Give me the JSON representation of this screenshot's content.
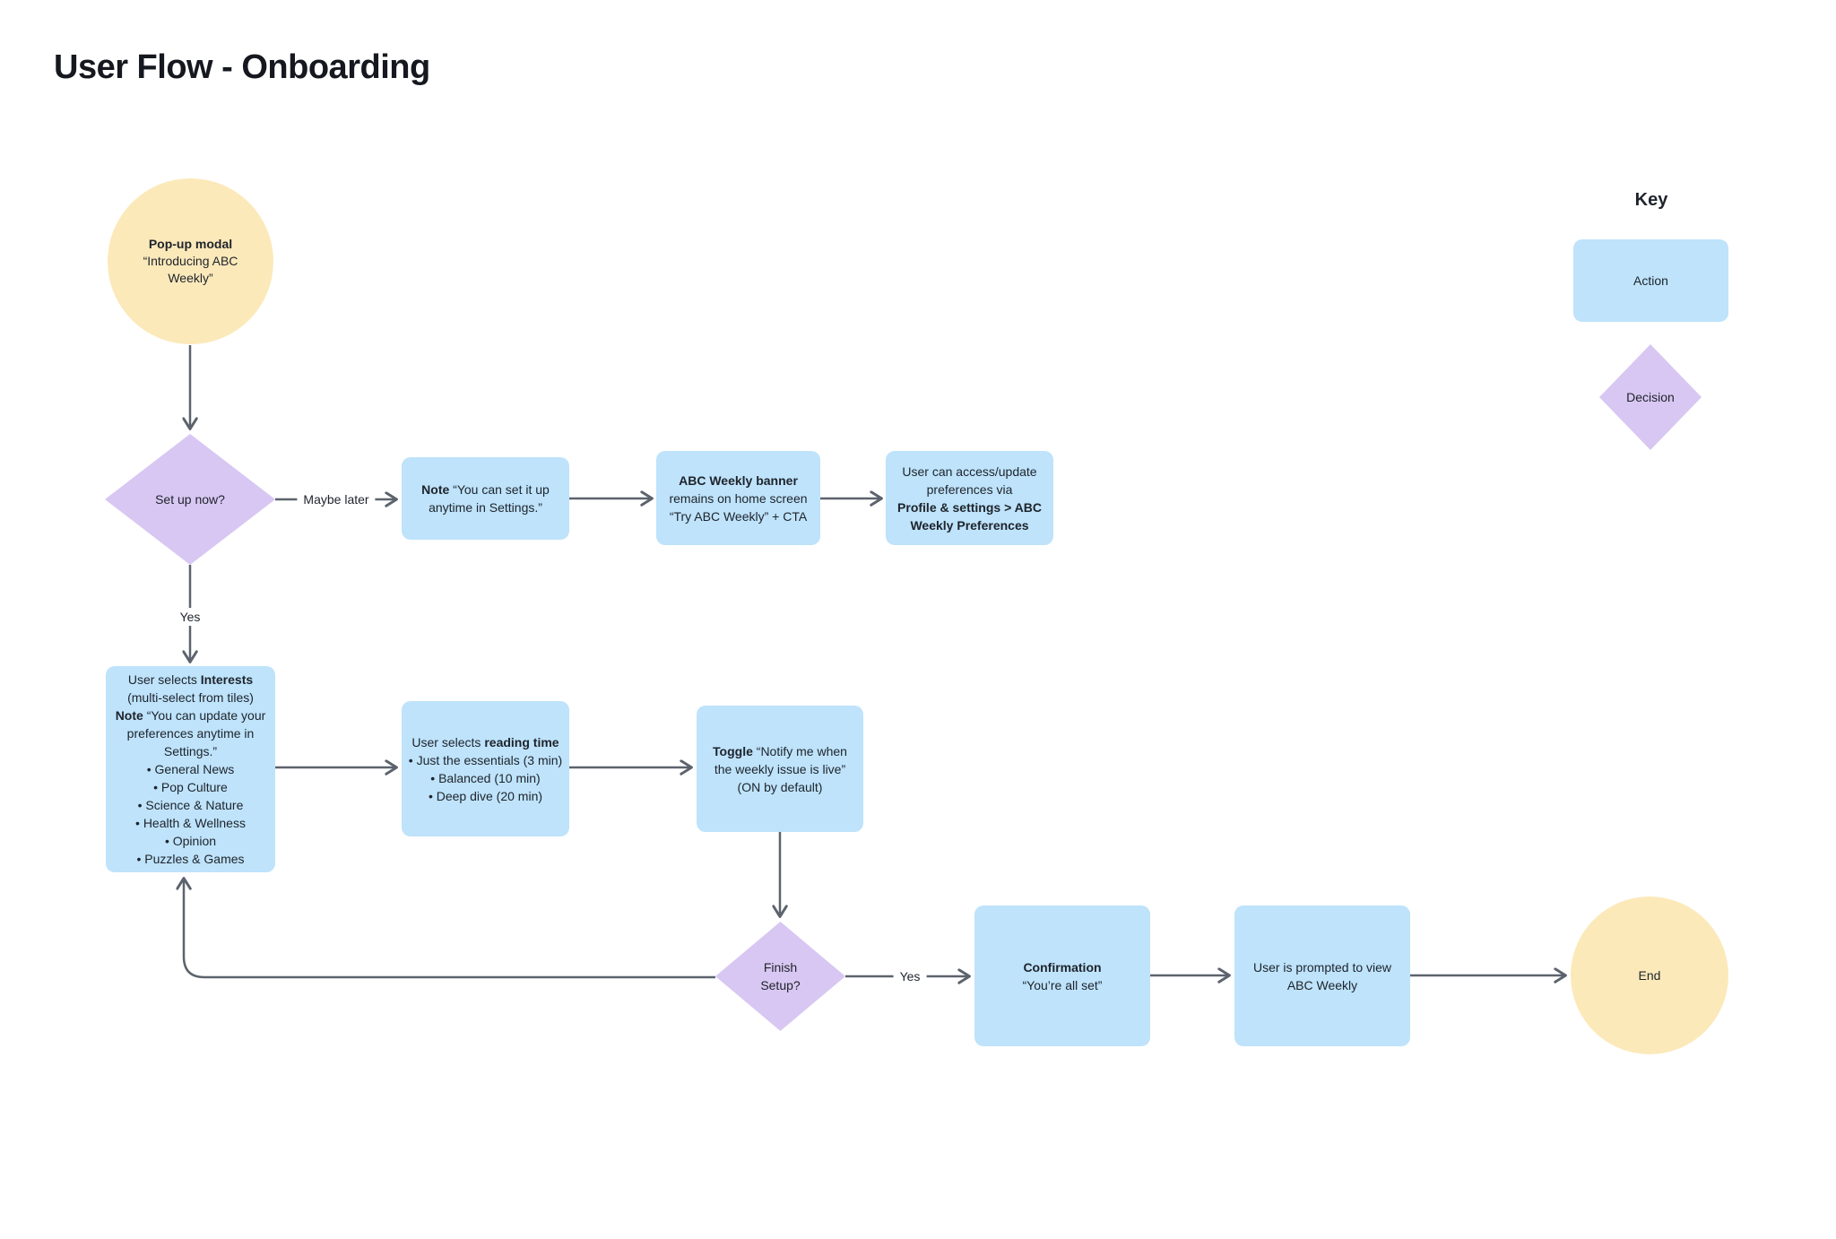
{
  "title": "User Flow - Onboarding",
  "colors": {
    "action_fill": "#BEE3FB",
    "decision_fill": "#D8C7F2",
    "terminal_fill": "#FCE9BA",
    "connector": "#5C636D",
    "text": "#1E232B"
  },
  "labels": {
    "maybe_later": "Maybe later",
    "yes_setup": "Yes",
    "yes_finish": "Yes"
  },
  "key": {
    "heading": "Key",
    "action": "Action",
    "decision": "Decision"
  },
  "nodes": {
    "start": {
      "lines": [
        [
          {
            "t": "Pop-up modal",
            "b": true
          }
        ],
        [
          {
            "t": "“Introducing ABC"
          }
        ],
        [
          {
            "t": "Weekly”"
          }
        ]
      ]
    },
    "decision_setup": {
      "lines": [
        [
          {
            "t": "Set up now?"
          }
        ]
      ]
    },
    "note_settings": {
      "lines": [
        [
          {
            "t": "Note",
            "b": true
          },
          {
            "t": " “You can set it up"
          }
        ],
        [
          {
            "t": "anytime in Settings.”"
          }
        ]
      ]
    },
    "abc_banner": {
      "lines": [
        [
          {
            "t": "ABC Weekly banner",
            "b": true
          }
        ],
        [
          {
            "t": "remains on home screen"
          }
        ],
        [
          {
            "t": "“Try ABC Weekly” + CTA"
          }
        ]
      ]
    },
    "access_preferences": {
      "lines": [
        [
          {
            "t": "User can access/update"
          }
        ],
        [
          {
            "t": "preferences via"
          }
        ],
        [
          {
            "t": "Profile & settings > ABC",
            "b": true
          }
        ],
        [
          {
            "t": "Weekly Preferences",
            "b": true
          }
        ]
      ]
    },
    "select_interests": {
      "lines": [
        [
          {
            "t": "User selects "
          },
          {
            "t": "Interests",
            "b": true
          }
        ],
        [
          {
            "t": "(multi-select from tiles)"
          }
        ],
        [
          {
            "t": "Note",
            "b": true
          },
          {
            "t": " “You can update your"
          }
        ],
        [
          {
            "t": "preferences anytime in"
          }
        ],
        [
          {
            "t": "Settings.”"
          }
        ],
        [
          {
            "t": "• General News"
          }
        ],
        [
          {
            "t": "• Pop Culture"
          }
        ],
        [
          {
            "t": "• Science & Nature"
          }
        ],
        [
          {
            "t": "• Health & Wellness"
          }
        ],
        [
          {
            "t": "• Opinion"
          }
        ],
        [
          {
            "t": "• Puzzles & Games"
          }
        ]
      ]
    },
    "reading_time": {
      "lines": [
        [
          {
            "t": "User selects "
          },
          {
            "t": "reading time",
            "b": true
          }
        ],
        [
          {
            "t": "• Just the essentials (3 min)"
          }
        ],
        [
          {
            "t": "• Balanced (10 min)"
          }
        ],
        [
          {
            "t": "• Deep dive (20 min)"
          }
        ]
      ]
    },
    "toggle_notify": {
      "lines": [
        [
          {
            "t": "Toggle",
            "b": true
          },
          {
            "t": " “Notify me when"
          }
        ],
        [
          {
            "t": "the weekly issue is live”"
          }
        ],
        [
          {
            "t": "(ON by default)"
          }
        ]
      ]
    },
    "decision_finish": {
      "lines": [
        [
          {
            "t": "Finish"
          }
        ],
        [
          {
            "t": "Setup?"
          }
        ]
      ]
    },
    "confirmation": {
      "lines": [
        [
          {
            "t": "Confirmation",
            "b": true
          }
        ],
        [
          {
            "t": "“You’re all set”"
          }
        ]
      ]
    },
    "prompted_view": {
      "lines": [
        [
          {
            "t": "User is prompted to view"
          }
        ],
        [
          {
            "t": "ABC Weekly"
          }
        ]
      ]
    },
    "end": {
      "lines": [
        [
          {
            "t": "End"
          }
        ]
      ]
    }
  }
}
